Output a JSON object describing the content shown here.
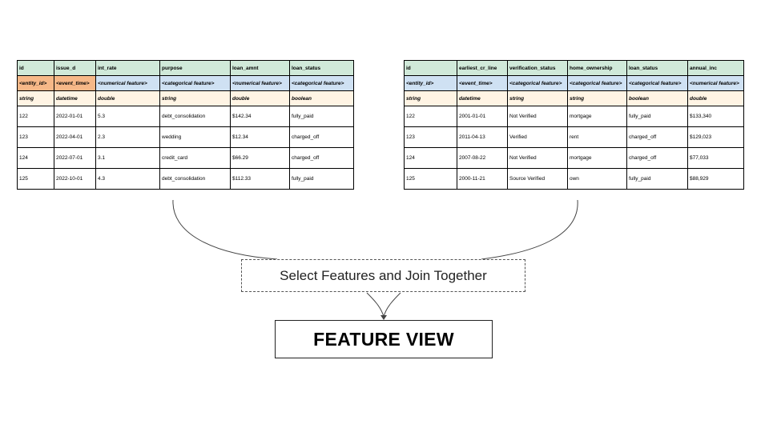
{
  "left_table": {
    "headers": [
      "id",
      "issue_d",
      "int_rate",
      "purpose",
      "loan_amnt",
      "loan_status"
    ],
    "roles": [
      "<entity_id>",
      "<event_time>",
      "<numerical feature>",
      "<categorical feature>",
      "<numerical feature>",
      "<categorical feature>"
    ],
    "types": [
      "string",
      "datetime",
      "double",
      "string",
      "double",
      "boolean"
    ],
    "rows": [
      [
        "122",
        "2022-01-01",
        "5.3",
        "debt_consolidation",
        "$142.34",
        "fully_paid"
      ],
      [
        "123",
        "2022-04-01",
        "2.3",
        "wedding",
        "$12.34",
        "charged_off"
      ],
      [
        "124",
        "2022-07-01",
        "3.1",
        "credit_card",
        "$66.29",
        "charged_off"
      ],
      [
        "125",
        "2022-10-01",
        "4.3",
        "debt_consolidation",
        "$112.33",
        "fully_paid"
      ]
    ]
  },
  "right_table": {
    "headers": [
      "id",
      "earliest_cr_line",
      "verification_status",
      "home_ownership",
      "loan_status",
      "annual_inc"
    ],
    "roles": [
      "<entity_id>",
      "<event_time>",
      "<categorical feature>",
      "<categorical feature>",
      "<categorical feature>",
      "<numerical feature>"
    ],
    "types": [
      "string",
      "datetime",
      "string",
      "string",
      "boolean",
      "double"
    ],
    "rows": [
      [
        "122",
        "2001-01-01",
        "Not Verified",
        "mortgage",
        "fully_paid",
        "$133,340"
      ],
      [
        "123",
        "2011-04-13",
        "Verified",
        "rent",
        "charged_off",
        "$129,023"
      ],
      [
        "124",
        "2007-08-22",
        "Not Verified",
        "mortgage",
        "charged_off",
        "$77,033"
      ],
      [
        "125",
        "2000-11-21",
        "Source Verified",
        "own",
        "fully_paid",
        "$88,929"
      ]
    ]
  },
  "join_label": "Select Features and Join Together",
  "feature_view_label": "FEATURE VIEW",
  "colors": {
    "header_bg": "#d0e9d9",
    "role_bg": "#cfe1f3",
    "key_role_bg": "#f6b888",
    "type_bg": "#fff4e4"
  }
}
